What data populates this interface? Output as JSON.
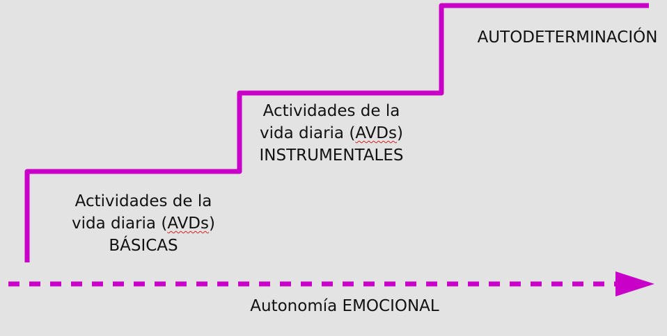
{
  "colors": {
    "background": "#e3e3e3",
    "accent": "#c800c8",
    "text": "#111111"
  },
  "steps": [
    {
      "line_1": "Actividades de la",
      "line_2_before": "vida diaria (",
      "line_2_marked": "AVDs",
      "line_2_after": ")",
      "line_3": "BÁSICAS"
    },
    {
      "line_1": "Actividades de la",
      "line_2_before": "vida diaria (",
      "line_2_marked": "AVDs",
      "line_2_after": ")",
      "line_3": "INSTRUMENTALES"
    },
    {
      "line_1": "AUTODETERMINACIÓN"
    }
  ],
  "axis": {
    "label": "Autonomía EMOCIONAL"
  }
}
